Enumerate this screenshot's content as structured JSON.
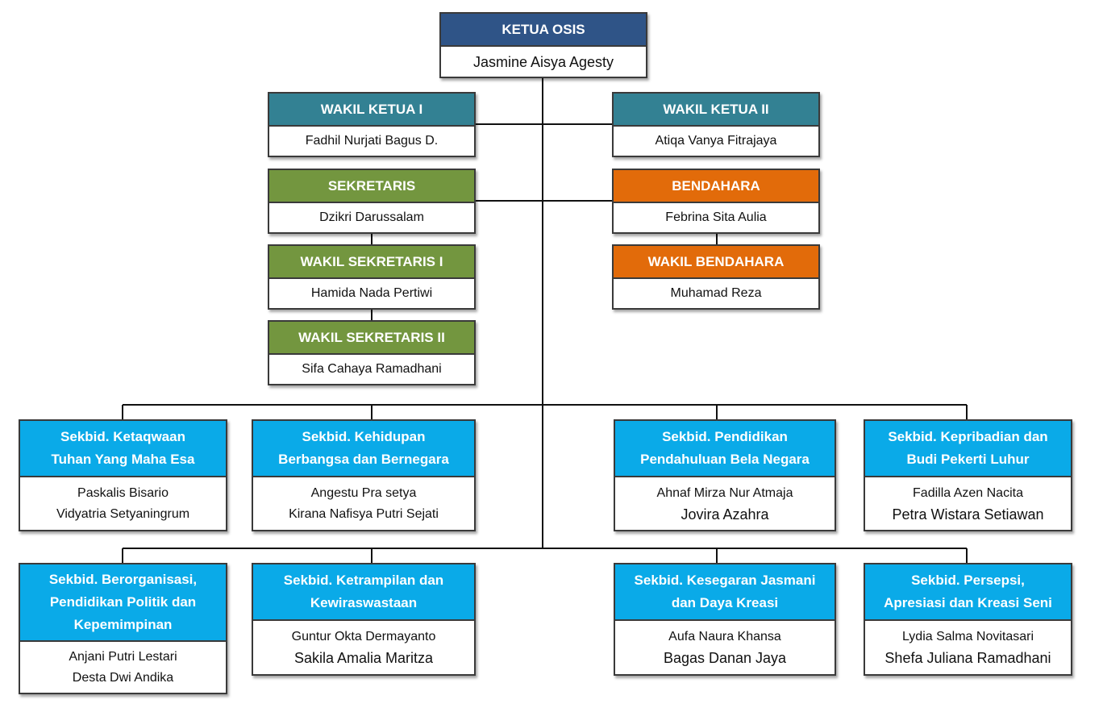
{
  "ketua": {
    "title": "KETUA OSIS",
    "name": "Jasmine Aisya Agesty"
  },
  "wakil1": {
    "title": "WAKIL KETUA I",
    "name": "Fadhil Nurjati Bagus D."
  },
  "wakil2": {
    "title": "WAKIL KETUA II",
    "name": "Atiqa Vanya Fitrajaya"
  },
  "sekretaris": {
    "title": "SEKRETARIS",
    "name": "Dzikri Darussalam"
  },
  "bendahara": {
    "title": "BENDAHARA",
    "name": "Febrina Sita Aulia"
  },
  "wakil_sekretaris1": {
    "title": "WAKIL SEKRETARIS I",
    "name": "Hamida Nada Pertiwi"
  },
  "wakil_bendahara": {
    "title": "WAKIL BENDAHARA",
    "name": "Muhamad Reza"
  },
  "wakil_sekretaris2": {
    "title": "WAKIL SEKRETARIS II",
    "name": "Sifa Cahaya Ramadhani"
  },
  "sekbid": [
    {
      "title1": "Sekbid. Ketaqwaan",
      "title2": "Tuhan Yang Maha Esa",
      "title3": "",
      "member1": "Paskalis Bisario",
      "member2": "Vidyatria Setyaningrum"
    },
    {
      "title1": "Sekbid. Kehidupan",
      "title2": "Berbangsa dan Bernegara",
      "title3": "",
      "member1": "Angestu Pra setya",
      "member2": "Kirana Nafisya Putri Sejati"
    },
    {
      "title1": "Sekbid. Pendidikan",
      "title2": "Pendahuluan Bela Negara",
      "title3": "",
      "member1": "Ahnaf Mirza Nur Atmaja",
      "member2": "Jovira Azahra"
    },
    {
      "title1": "Sekbid. Kepribadian dan",
      "title2": "Budi Pekerti Luhur",
      "title3": "",
      "member1": "Fadilla Azen Nacita",
      "member2": "Petra Wistara Setiawan"
    },
    {
      "title1": "Sekbid. Berorganisasi,",
      "title2": "Pendidikan Politik dan",
      "title3": "Kepemimpinan",
      "member1": "Anjani Putri Lestari",
      "member2": "Desta Dwi Andika"
    },
    {
      "title1": "Sekbid. Ketrampilan dan",
      "title2": "Kewiraswastaan",
      "title3": "",
      "member1": "Guntur Okta Dermayanto",
      "member2": "Sakila Amalia Maritza"
    },
    {
      "title1": "Sekbid. Kesegaran Jasmani",
      "title2": "dan Daya Kreasi",
      "title3": "",
      "member1": "Aufa Naura Khansa",
      "member2": "Bagas Danan Jaya"
    },
    {
      "title1": "Sekbid. Persepsi,",
      "title2": "Apresiasi dan Kreasi Seni",
      "title3": "",
      "member1": "Lydia Salma Novitasari",
      "member2": "Shefa Juliana Ramadhani"
    }
  ],
  "colors": {
    "ketua": "#2f5487",
    "wakil": "#338193",
    "sekretaris": "#73963f",
    "bendahara": "#e26b0a",
    "sekbid": "#0aaae8"
  }
}
